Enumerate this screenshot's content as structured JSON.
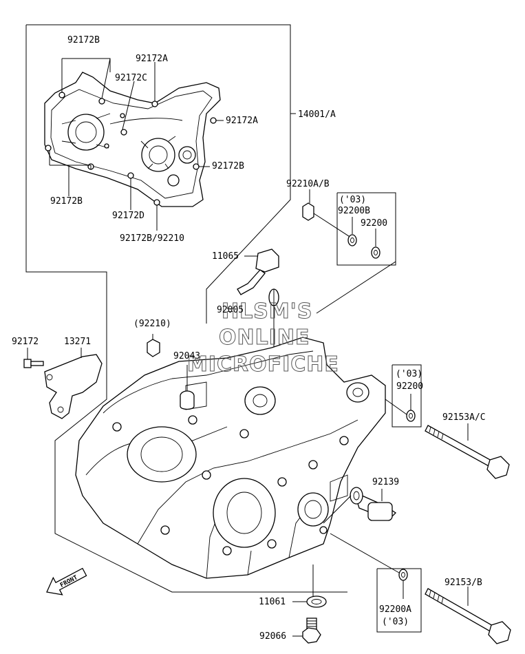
{
  "labels": {
    "l92172b_top": "92172B",
    "l92172a_top": "92172A",
    "l92172c": "92172C",
    "l92172a_right": "92172A",
    "l14001a": "14001/A",
    "l92172b_right": "92172B",
    "l92172b_left": "92172B",
    "l92172d": "92172D",
    "l92172b_92210": "92172B/92210",
    "l92210ab": "92210A/B",
    "l03_a": "('03)",
    "l92200b": "92200B",
    "l92200_a": "92200",
    "l11065": "11065",
    "l92005": "92005",
    "l92210p": "(92210)",
    "l92172": "92172",
    "l13271": "13271",
    "l92043": "92043",
    "l03_b": "('03)",
    "l92200_b": "92200",
    "l92153ac": "92153A/C",
    "l92139": "92139",
    "l92153b": "92153/B",
    "l92200a": "92200A",
    "l03_c": "('03)",
    "l11061": "11061",
    "l92066": "92066"
  },
  "watermark": {
    "line1": "HLSM'S",
    "line2": "ONLINE",
    "line3": "MICROFICHE"
  },
  "front_marker": "FRONT"
}
